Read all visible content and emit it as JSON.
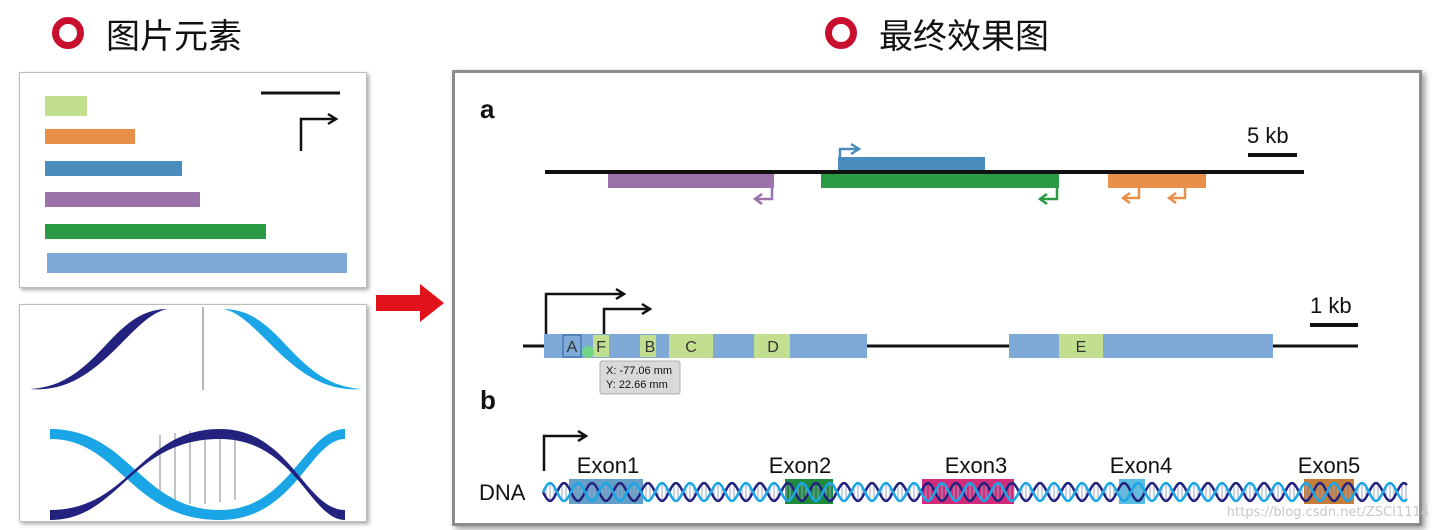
{
  "headings": {
    "left": "图片元素",
    "right": "最终效果图"
  },
  "colors": {
    "ring": "#c8102e",
    "arrow": "#e1121b",
    "lightgreen": "#c2df90",
    "orange": "#e8904a",
    "blue": "#4a8dbd",
    "purple": "#9b72aa",
    "green": "#2b9a45",
    "lightblue": "#7fa9d6",
    "darkblue": "#23237f",
    "cyan": "#1aa6e6"
  },
  "panel_a": {
    "label": "a",
    "scale_top": "5 kb",
    "scale_bottom": "1 kb",
    "segments": [
      "A",
      "F",
      "B",
      "C",
      "D",
      "E"
    ],
    "tooltip": {
      "x": "X: -77.06 mm",
      "y": "Y: 22.66 mm"
    }
  },
  "panel_b": {
    "label": "b",
    "dna_label": "DNA",
    "exons": [
      "Exon1",
      "Exon2",
      "Exon3",
      "Exon4",
      "Exon5"
    ]
  },
  "watermark": "https://blog.csdn.net/ZSCI1114"
}
